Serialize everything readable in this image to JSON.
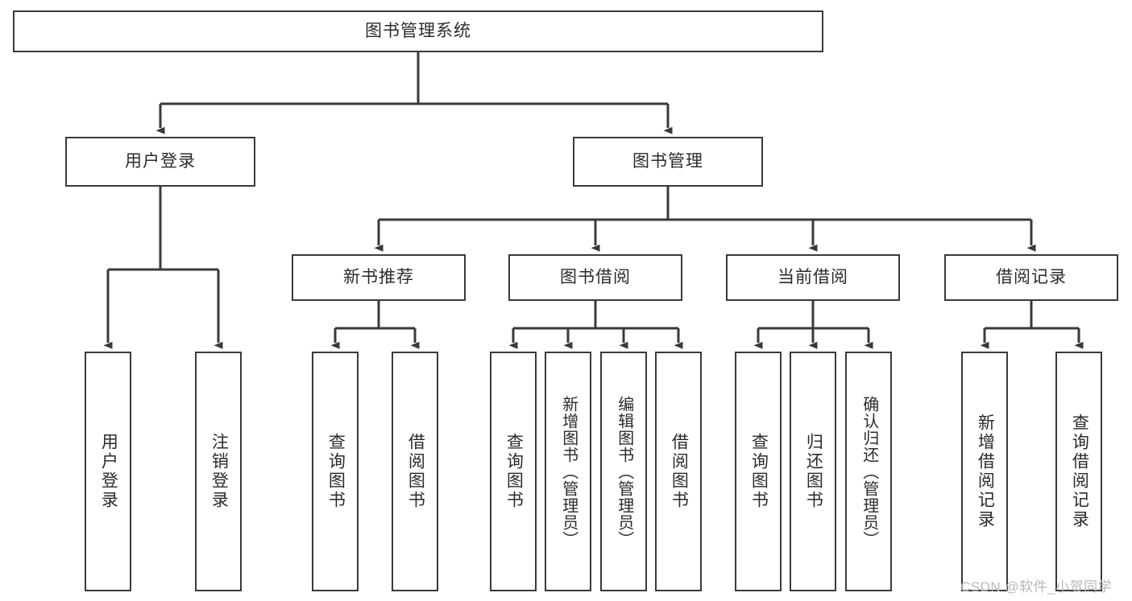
{
  "diagram": {
    "title": "图书管理系统",
    "type": "tree",
    "root": {
      "label": "图书管理系统"
    },
    "level2": [
      {
        "label": "用户登录"
      },
      {
        "label": "图书管理"
      }
    ],
    "level3": [
      {
        "label": "新书推荐"
      },
      {
        "label": "图书借阅"
      },
      {
        "label": "当前借阅"
      },
      {
        "label": "借阅记录"
      }
    ],
    "leaves": {
      "user_login": [
        {
          "label": "用户登录"
        },
        {
          "label": "注销登录"
        }
      ],
      "new_book_recommend": [
        {
          "label": "查询图书"
        },
        {
          "label": "借阅图书"
        }
      ],
      "book_borrow": [
        {
          "label": "查询图书"
        },
        {
          "label": "新增图书（管理员）"
        },
        {
          "label": "编辑图书（管理员）"
        },
        {
          "label": "借阅图书"
        }
      ],
      "current_borrow": [
        {
          "label": "查询图书"
        },
        {
          "label": "归还图书"
        },
        {
          "label": "确认归还（管理员）"
        }
      ],
      "borrow_record": [
        {
          "label": "新增借阅记录"
        },
        {
          "label": "查询借阅记录"
        }
      ]
    }
  },
  "watermark": {
    "text": "CSDN @软件_小贺同学"
  },
  "colors": {
    "border": "#3a3a3a",
    "text": "#2b2b2b",
    "background": "#ffffff",
    "watermark": "#b9b9b9"
  }
}
